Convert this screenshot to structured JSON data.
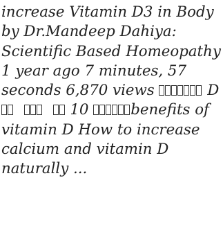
{
  "snippet": {
    "text_part_1": "increase Vitamin D3 in Body by Dr.Mandeep Dahiya: Scientific Based Homeopathy 1 year ago 7 minutes, 57 seconds 6,870 views ",
    "text_part_2": " D ",
    "text_part_3": " 10 ",
    "text_part_4": "benefits of vitamin D How to increase calcium and vitamin D naturally ..."
  }
}
